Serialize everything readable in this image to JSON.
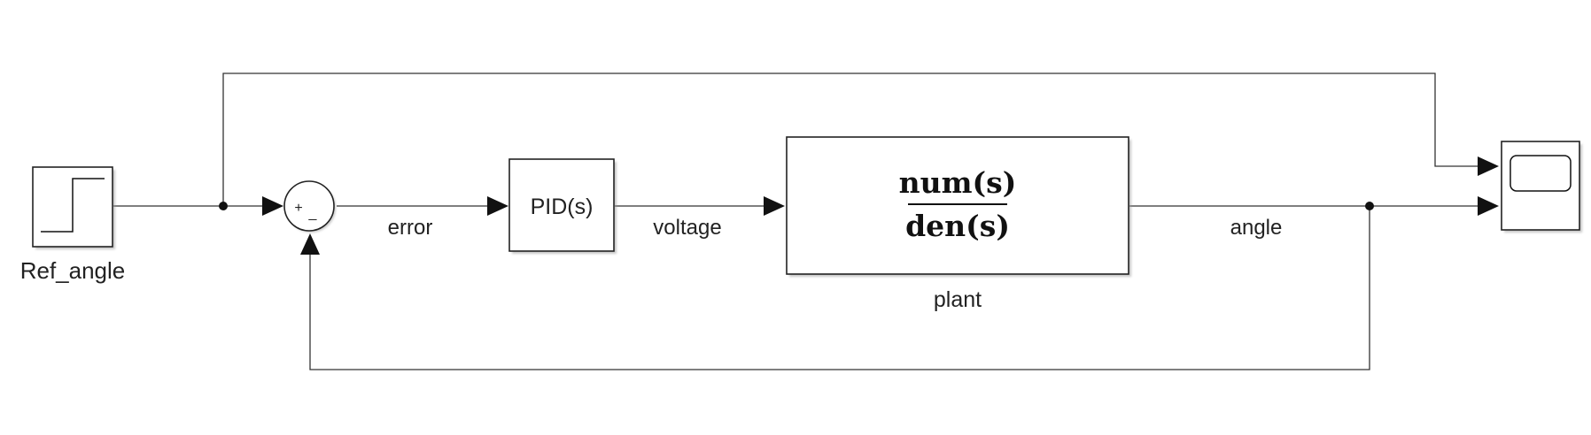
{
  "blocks": {
    "step": {
      "label": "Ref_angle"
    },
    "sum": {
      "plus_sign": "+",
      "minus_sign": "_"
    },
    "pid": {
      "text": "PID(s)"
    },
    "plant": {
      "numerator": "num(s)",
      "denominator": "den(s)",
      "label": "plant"
    },
    "scope": {
      "icon": "scope-icon"
    }
  },
  "signals": {
    "error": "error",
    "voltage": "voltage",
    "angle": "angle"
  }
}
